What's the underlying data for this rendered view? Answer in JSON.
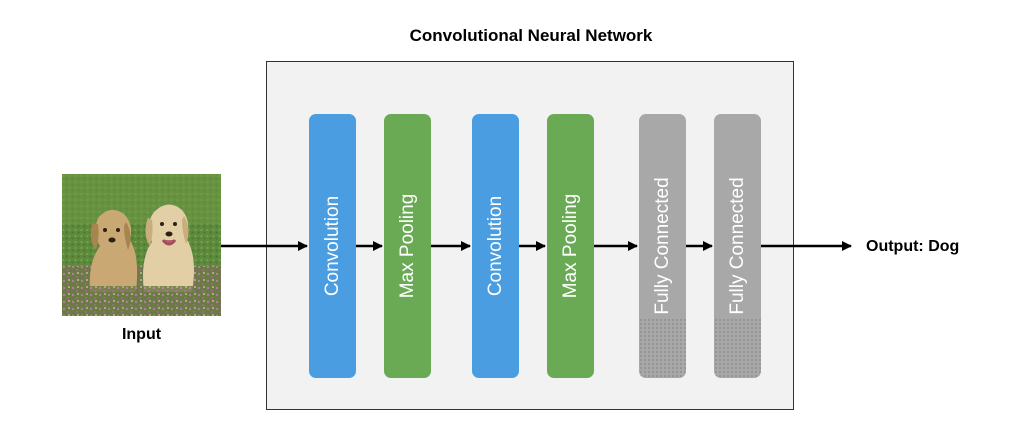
{
  "title": "Convolutional Neural Network",
  "input": {
    "label": "Input"
  },
  "output": {
    "label": "Output: Dog"
  },
  "layers": [
    {
      "label": "Convolution",
      "color": "#4a9de0"
    },
    {
      "label": "Max Pooling",
      "color": "#6aaa55"
    },
    {
      "label": "Convolution",
      "color": "#4a9de0"
    },
    {
      "label": "Max Pooling",
      "color": "#6aaa55"
    },
    {
      "label": "Fully Connected",
      "color": "#a8a8a8"
    },
    {
      "label": "Fully Connected",
      "color": "#a8a8a8"
    }
  ]
}
